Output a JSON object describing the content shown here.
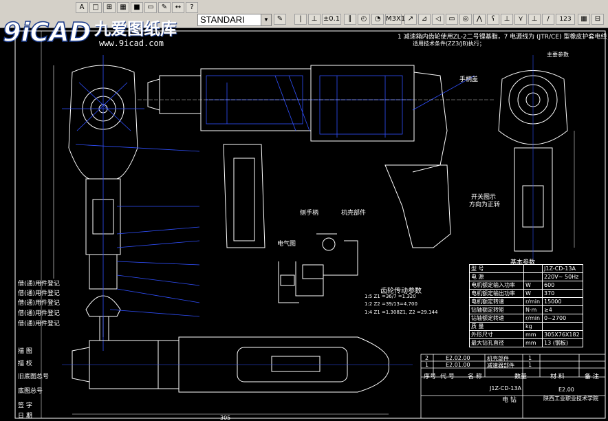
{
  "toolbar": {
    "style_value": "STANDARI",
    "buttons": [
      "±0.1",
      "M3X1",
      "123"
    ]
  },
  "logo": {
    "brand": "九爱图纸库",
    "url": "www.9icad.com"
  },
  "drawing": {
    "notes": {
      "line1": "1 减速箱内齿轮使用ZL-2二号锂基脂，7 电源线为 (JTR/CE) 型橡皮护套电线；",
      "line2": "适用技术条件(ZZ3/JB)执行；",
      "line3": "主要参数",
      "line4": "机壳部件"
    },
    "labels": {
      "hand_grip": "侧手柄",
      "housing": "机壳部件",
      "wiring": "电气图",
      "gear_params": "齿轮传动参数",
      "switch_note": "开关图示",
      "switch_dir": "方向为正转",
      "handle_cover": "手柄盖"
    },
    "side_labels": [
      "借(通)用件登记",
      "借(通)用件登记",
      "借(通)用件登记",
      "借(通)用件登记",
      "借(通)用件登记",
      "描 图",
      "描 校",
      "旧底图总号",
      "底图总号",
      "签 字",
      "日 期"
    ],
    "gear_lines": [
      "1:5 Z1 =36/7 =1.320",
      "1:2 Z2 =39/13=4.700",
      "1:4 Z1 =1.308Z1, Z2 =29.144"
    ],
    "params_title": "基本参数",
    "params": [
      [
        "型 号",
        "",
        "J1Z-CD-13A"
      ],
      [
        "电 源",
        "",
        "220V~ 50Hz"
      ],
      [
        "电机额定输入功率",
        "W",
        "600"
      ],
      [
        "电机额定输出功率",
        "W",
        "370"
      ],
      [
        "电机额定转速",
        "r/min",
        "15000"
      ],
      [
        "钻轴额定转矩",
        "N·m",
        "≥4"
      ],
      [
        "钻轴额定转速",
        "r/min",
        "0~2700"
      ],
      [
        "质 量",
        "kg",
        ""
      ],
      [
        "外形尺寸",
        "mm",
        "305X76X182"
      ],
      [
        "最大钻孔直径",
        "mm",
        "13 (钢板)"
      ]
    ],
    "title_block": {
      "rows": [
        [
          "2",
          "E2.02.00",
          "机壳部件",
          "1"
        ],
        [
          "1",
          "E2.01.00",
          "减速器部件",
          "1"
        ]
      ],
      "header": [
        "序号",
        "代 号",
        "名 称",
        "数量",
        "材 料",
        "备 注"
      ],
      "model": "J1Z-CD-13A",
      "name": "电 钻",
      "code": "E2.00",
      "company": "陕西工业职业技术学院"
    },
    "dimension_bottom": "305"
  },
  "colors": {
    "background": "#000000",
    "lines": "#ffffff",
    "accent_blue": "#3050ff",
    "toolbar_bg": "#d4d0c8"
  }
}
